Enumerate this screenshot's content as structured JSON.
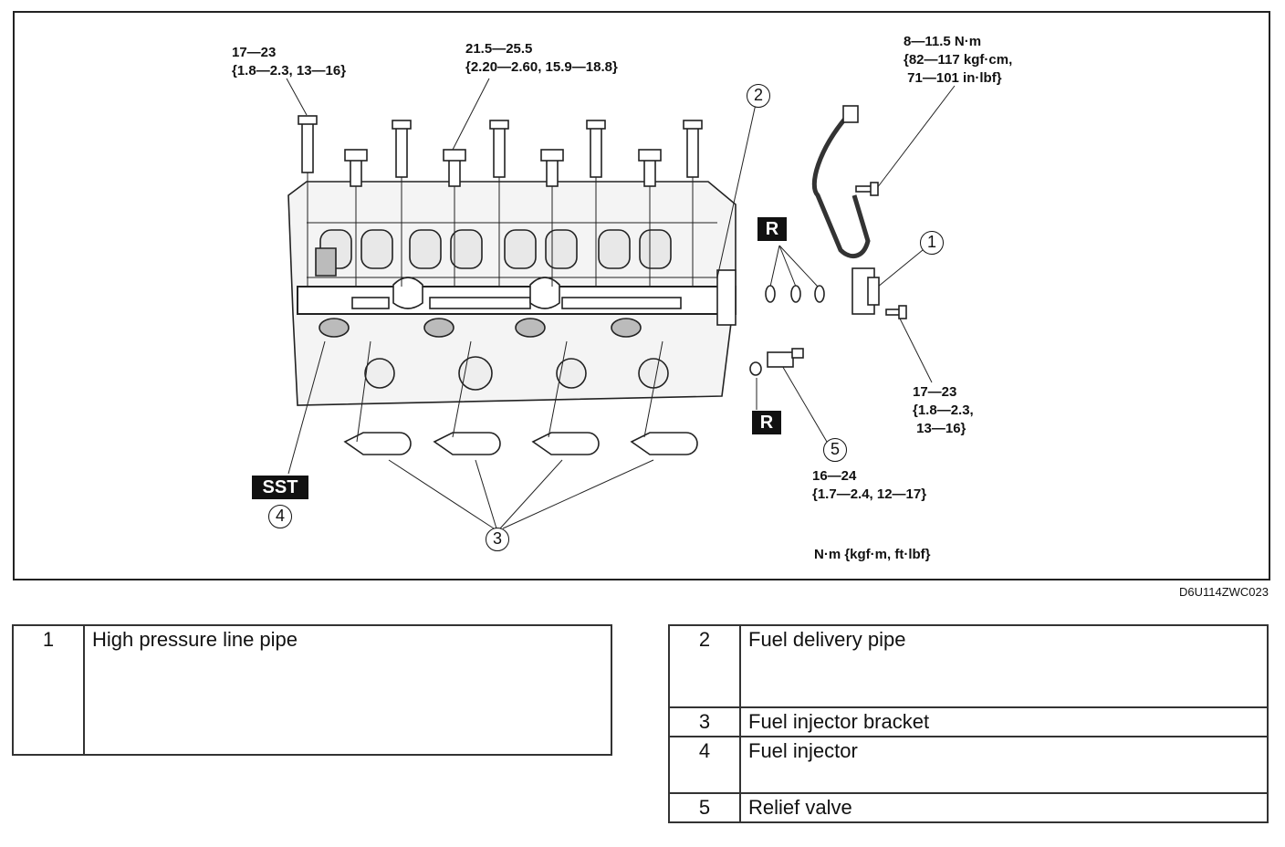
{
  "diagram": {
    "torque_unit_note": "N·m {kgf·m, ft·lbf}",
    "figure_code": "D6U114ZWC023",
    "torque_labels": [
      {
        "id": "bolt-long",
        "lines": [
          "17—23",
          "{1.8—2.3, 13—16}"
        ]
      },
      {
        "id": "bolt-short",
        "lines": [
          "21.5—25.5",
          "{2.20—2.60, 15.9—18.8}"
        ]
      },
      {
        "id": "line-pipe-bolt",
        "lines": [
          "8—11.5 N·m",
          "{82—117 kgf·cm,",
          " 71—101 in·lbf}"
        ]
      },
      {
        "id": "flange-bolt",
        "lines": [
          "17—23",
          "{1.8—2.3,",
          " 13—16}"
        ]
      },
      {
        "id": "relief-valve",
        "lines": [
          "16—24",
          "{1.7—2.4, 12—17}"
        ]
      }
    ],
    "badges": {
      "replace": "R",
      "special_tool": "SST"
    },
    "callouts": [
      "1",
      "2",
      "3",
      "4",
      "5"
    ]
  },
  "legend": {
    "left": [
      {
        "num": "1",
        "label": "High pressure line pipe"
      }
    ],
    "right": [
      {
        "num": "2",
        "label": "Fuel delivery pipe"
      },
      {
        "num": "3",
        "label": "Fuel injector bracket"
      },
      {
        "num": "4",
        "label": "Fuel injector"
      },
      {
        "num": "5",
        "label": "Relief valve"
      }
    ]
  }
}
